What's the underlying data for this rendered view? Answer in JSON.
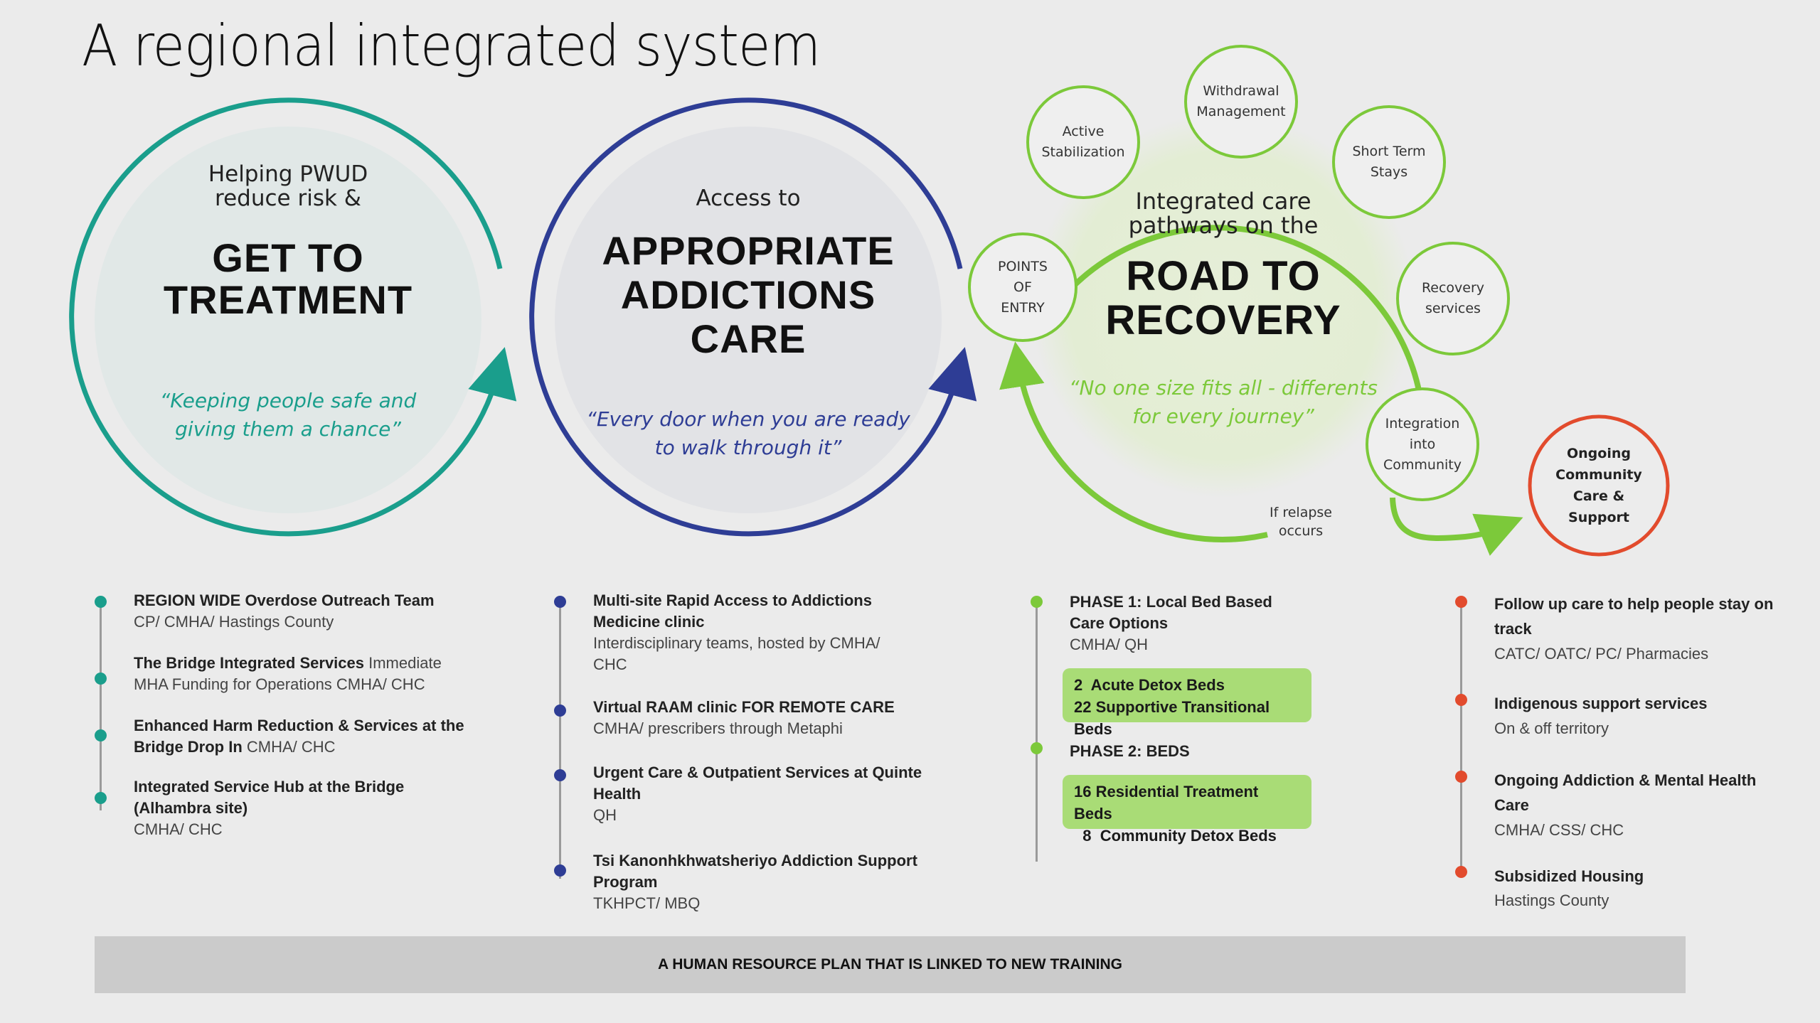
{
  "title": "A regional integrated system",
  "colors": {
    "teal": "#1a9e8c",
    "navy": "#2e3d95",
    "green": "#7cc93a",
    "red": "#e24b2d",
    "bedbox": "#a9dc76",
    "banner": "#cbcbcb"
  },
  "circles": {
    "treatment": {
      "intro": [
        "Helping PWUD",
        "reduce risk &"
      ],
      "heading": [
        "GET TO",
        "TREATMENT"
      ],
      "quote": [
        "“Keeping people safe and",
        "giving them a chance”"
      ]
    },
    "addictions": {
      "intro": [
        "Access to"
      ],
      "heading": [
        "APPROPRIATE",
        "ADDICTIONS",
        "CARE"
      ],
      "quote": [
        "“Every door when you are ready",
        "to walk through it”"
      ]
    },
    "recovery": {
      "intro": [
        "Integrated care",
        "pathways on the"
      ],
      "heading": [
        "ROAD TO",
        "RECOVERY"
      ],
      "quote": [
        "“No one size fits all - differents",
        "for every journey”"
      ],
      "stages": [
        {
          "label": [
            "POINTS",
            "OF",
            "ENTRY"
          ]
        },
        {
          "label": [
            "Active",
            "Stabilization"
          ]
        },
        {
          "label": [
            "Withdrawal",
            "Management"
          ]
        },
        {
          "label": [
            "Short Term",
            "Stays"
          ]
        },
        {
          "label": [
            "Recovery",
            "services"
          ]
        },
        {
          "label": [
            "Integration",
            "into",
            "Community"
          ]
        }
      ],
      "relapse_note": [
        "If relapse",
        "occurs"
      ]
    },
    "ongoing": {
      "label": [
        "Ongoing",
        "Community",
        "Care &",
        "Support"
      ]
    }
  },
  "columns": [
    {
      "items": [
        {
          "head": "REGION WIDE Overdose Outreach Team",
          "sub": "CP/ CMHA/ Hastings County"
        },
        {
          "head": "The Bridge Integrated Services",
          "head_tail": " Immediate",
          "sub": "MHA Funding for Operations CMHA/ CHC"
        },
        {
          "head": "Enhanced Harm Reduction & Services at the Bridge Drop In",
          "sub_inline": " CMHA/ CHC"
        },
        {
          "head": "Integrated Service Hub at the Bridge (Alhambra site)",
          "sub": "CMHA/ CHC"
        }
      ]
    },
    {
      "items": [
        {
          "head": "Multi-site Rapid Access to Addictions Medicine clinic",
          "sub": "Interdisciplinary teams, hosted by CMHA/ CHC"
        },
        {
          "head": "Virtual RAAM clinic FOR REMOTE CARE",
          "sub": "CMHA/ prescribers through Metaphi"
        },
        {
          "head": "Urgent Care & Outpatient Services at Quinte Health",
          "sub": "QH"
        },
        {
          "head": "Tsi Kanonhkhwatsheriyo Addiction Support Program",
          "sub": "TKHPCT/ MBQ"
        }
      ]
    },
    {
      "items": [
        {
          "head": "PHASE 1: Local Bed Based Care Options",
          "sub": "CMHA/ QH"
        },
        {
          "head": "PHASE 2: BEDS",
          "sub": ""
        }
      ],
      "bed_boxes": [
        {
          "lines": [
            {
              "count": "2",
              "label": "Acute Detox Beds"
            },
            {
              "count": "22",
              "label": "Supportive Transitional Beds"
            }
          ]
        },
        {
          "lines": [
            {
              "count": "16",
              "label": "Residential Treatment Beds"
            },
            {
              "count": "8",
              "label": "Community Detox Beds"
            }
          ]
        }
      ]
    },
    {
      "items": [
        {
          "head": "Follow up care to help people stay on track",
          "sub": "CATC/ OATC/ PC/ Pharmacies"
        },
        {
          "head": "Indigenous support services",
          "sub": "On & off territory"
        },
        {
          "head": "Ongoing Addiction & Mental Health Care",
          "sub": "CMHA/ CSS/ CHC"
        },
        {
          "head": "Subsidized Housing",
          "sub": "Hastings County"
        }
      ]
    }
  ],
  "banner": "A HUMAN RESOURCE PLAN THAT IS LINKED TO NEW TRAINING"
}
